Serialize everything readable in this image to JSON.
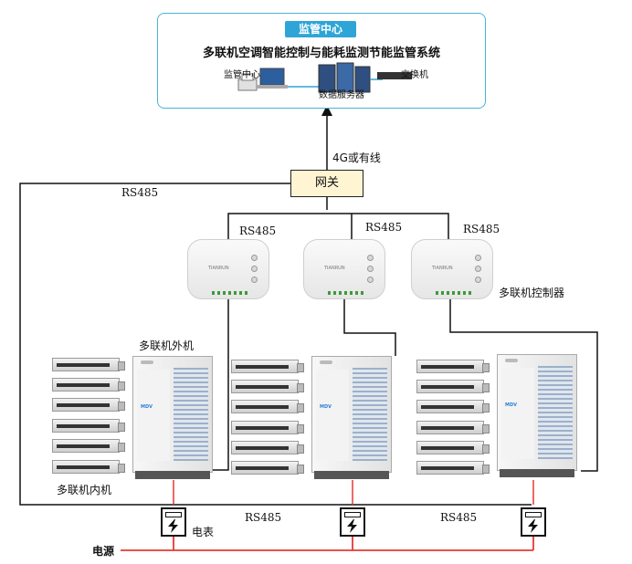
{
  "center": {
    "badge": "监管中心",
    "system_title": "多联机空调智能控制与能耗监测节能监管系统",
    "label_monitor": "监管中心",
    "label_server": "数据服务器",
    "label_switch": "交换机"
  },
  "link_label": "4G或有线",
  "gateway_label": "网关",
  "rs485_left": "RS485",
  "controllers": [
    {
      "rs485": "RS485",
      "brand": "TIANRUN"
    },
    {
      "rs485": "RS485",
      "brand": "TIANRUN"
    },
    {
      "rs485": "RS485",
      "brand": "TIANRUN"
    }
  ],
  "controller_label": "多联机控制器",
  "outdoor_label": "多联机外机",
  "indoor_label": "多联机内机",
  "outdoor_tag": "MDV",
  "meter_label": "电表",
  "rs485_bottom_1": "RS485",
  "rs485_bottom_2": "RS485",
  "power_label": "电源",
  "colors": {
    "power_line": "#e53935",
    "gateway_fill": "#fff5d2",
    "badge": "#2ea5d6",
    "frame": "#4ab3d6"
  }
}
